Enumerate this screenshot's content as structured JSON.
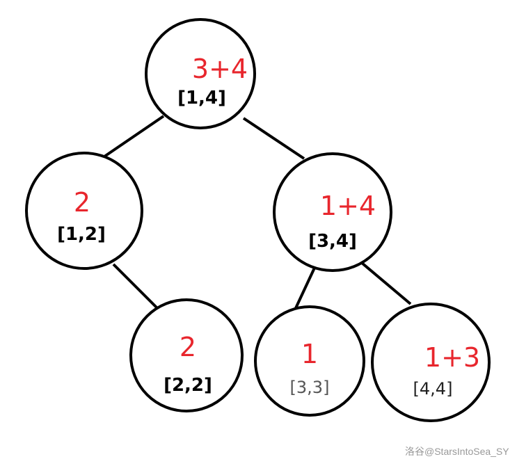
{
  "nodes": [
    {
      "id": "n14",
      "value": "3+4",
      "range": "[1,4]"
    },
    {
      "id": "n12",
      "value": "2",
      "range": "[1,2]"
    },
    {
      "id": "n34",
      "value": "1+4",
      "range": "[3,4]"
    },
    {
      "id": "n22",
      "value": "2",
      "range": "[2,2]"
    },
    {
      "id": "n33",
      "value": "1",
      "range": "[3,3]"
    },
    {
      "id": "n44",
      "value": "1+3",
      "range": "[4,4]"
    }
  ],
  "colors": {
    "value": "#e8262d",
    "range": "#000000"
  },
  "watermark": "洛谷@StarsIntoSea_SY"
}
